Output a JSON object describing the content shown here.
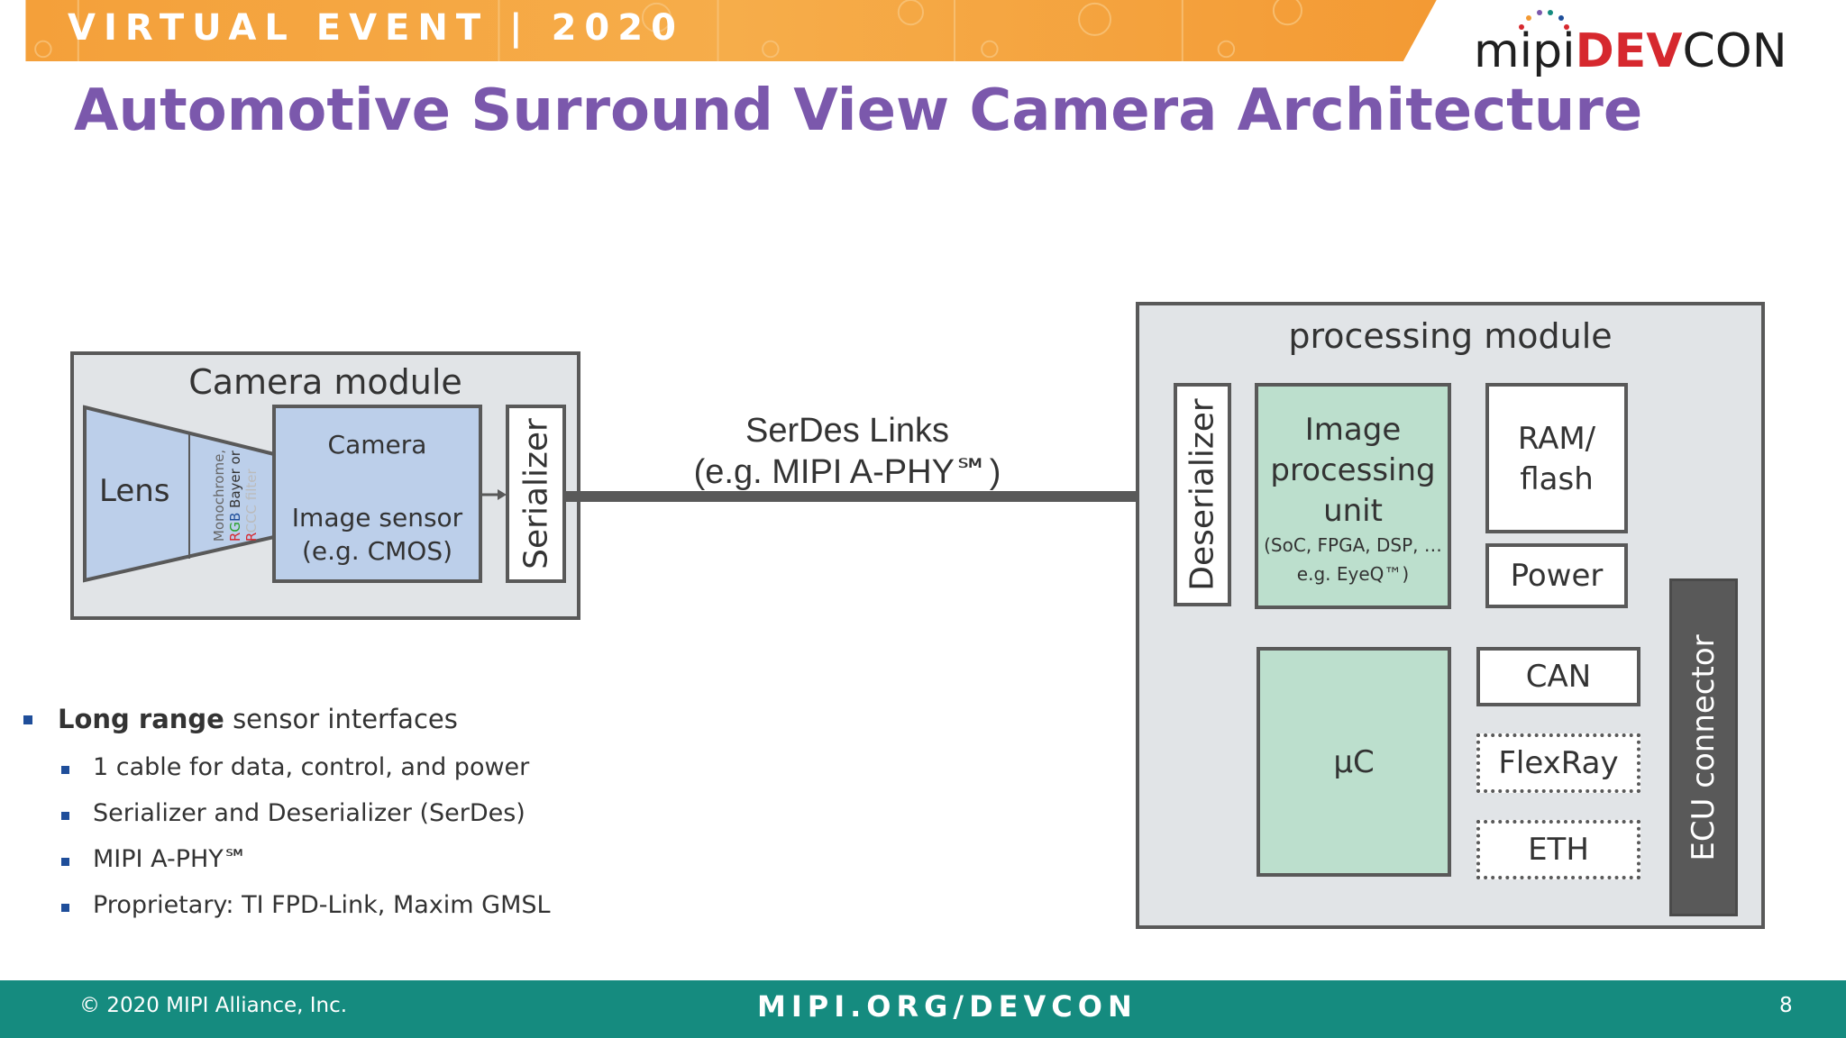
{
  "banner": {
    "text": "VIRTUAL EVENT | 2020"
  },
  "logo": {
    "part1": "mipi",
    "part2": "DEV",
    "part3": "CON"
  },
  "title": "Automotive Surround View Camera Architecture",
  "camera_module": {
    "label": "Camera module",
    "lens": "Lens",
    "filter": {
      "line1": "Monochrome,",
      "line2_r": "R",
      "line2_g": "G",
      "line2_b": "B",
      "line2_rest": " Bayer or",
      "line3_r": "R",
      "line3_rest": "CCC filter"
    },
    "sensor_title": "Camera",
    "sensor_line1": "Image sensor",
    "sensor_line2": "(e.g. CMOS)",
    "serializer": "Serializer"
  },
  "link": {
    "line1": "SerDes Links",
    "line2": "(e.g. MIPI A-PHY℠)"
  },
  "processing_module": {
    "label": "processing module",
    "deserializer": "Deserializer",
    "ipu_line1": "Image",
    "ipu_line2": "processing",
    "ipu_line3": "unit",
    "ipu_sub1": "(SoC, FPGA, DSP, …",
    "ipu_sub2": "e.g. EyeQ™)",
    "ram_line1": "RAM/",
    "ram_line2": "flash",
    "power": "Power",
    "uc": "µC",
    "can": "CAN",
    "flexray": "FlexRay",
    "eth": "ETH",
    "ecu": "ECU connector"
  },
  "bullets": {
    "main_bold": "Long range",
    "main_rest": " sensor interfaces",
    "sub": [
      "1 cable for data, control, and power",
      "Serializer and Deserializer (SerDes)",
      "MIPI A-PHY℠",
      "Proprietary: TI FPD-Link, Maxim GMSL"
    ]
  },
  "footer": {
    "copyright": "© 2020 MIPI Alliance, Inc.",
    "url": "MIPI.ORG/DEVCON",
    "page": "8"
  },
  "colors": {
    "title": "#7b58ac",
    "footer": "#158b7f",
    "banner": "#f5a33c",
    "sensor_blue": "#bccfea",
    "ipu_green": "#bcdfcd",
    "box_gray": "#e1e4e7",
    "ecu_dark": "#595959"
  }
}
